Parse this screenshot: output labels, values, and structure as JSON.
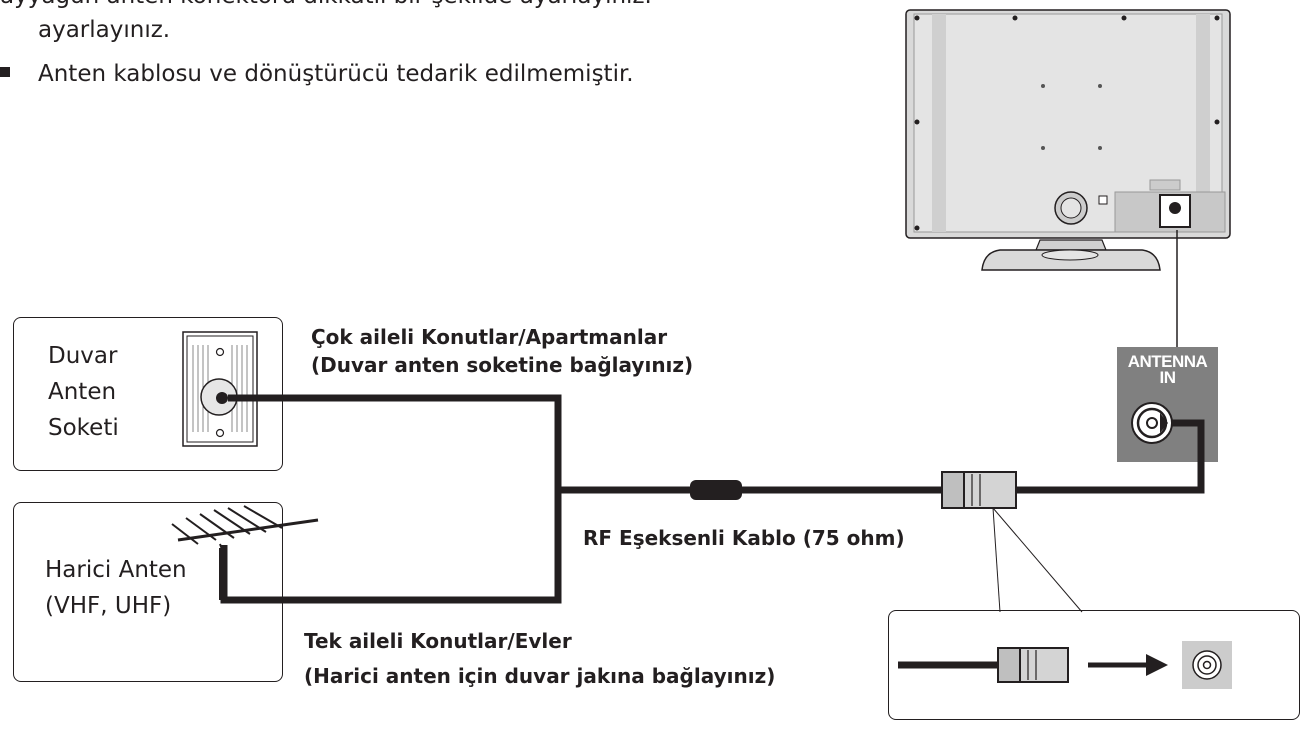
{
  "intro": {
    "line1": "ayyagun anten konektörü dikkatli bir şekilde ayarlayınız.",
    "line2": "ayarlayınız.",
    "note": "Anten kablosu ve dönüştürücü tedarik edilmemiştir."
  },
  "wall_socket": {
    "line1": "Duvar",
    "line2": "Anten",
    "line3": "Soketi"
  },
  "outdoor_antenna": {
    "line1": "Harici Anten",
    "line2": "(VHF, UHF)"
  },
  "labels": {
    "multi_family_title": "Çok aileli Konutlar/Apartmanlar",
    "multi_family_note": "(Duvar anten soketine bağlayınız)",
    "cable": "RF Eşeksenli Kablo (75 ohm)",
    "single_family_title": "Tek aileli Konutlar/Evler",
    "single_family_note": "(Harici anten için duvar jakına bağlayınız)"
  },
  "tv_port": {
    "line1": "ANTENNA",
    "line2": "IN"
  },
  "colors": {
    "line": "#231f20",
    "panel": "#808080",
    "tv_body": "#d9d9d9"
  }
}
